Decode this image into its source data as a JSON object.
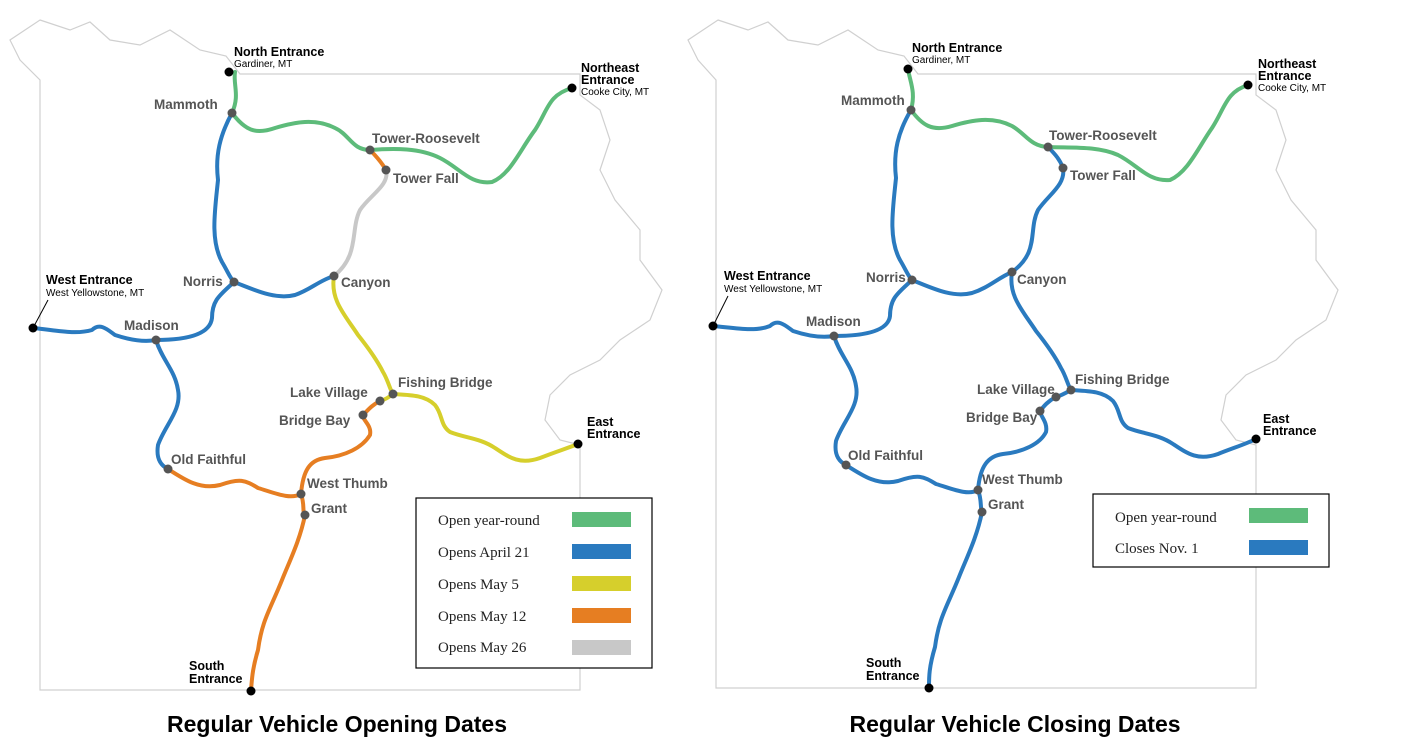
{
  "colors": {
    "open_year_round": "#5dbb7a",
    "blue": "#2a7abf",
    "yellow": "#d6cf2c",
    "orange": "#e67e22",
    "gray": "#c8c8c8",
    "junction": "#555555",
    "entrance_dot": "#000000"
  },
  "maps": [
    {
      "title": "Regular Vehicle Opening Dates",
      "legend": [
        {
          "label": "Open year-round",
          "color": "#5dbb7a"
        },
        {
          "label": "Opens April 21",
          "color": "#2a7abf"
        },
        {
          "label": "Opens May 5",
          "color": "#d6cf2c"
        },
        {
          "label": "Opens May 12",
          "color": "#e67e22"
        },
        {
          "label": "Opens May 26",
          "color": "#c8c8c8"
        }
      ]
    },
    {
      "title": "Regular Vehicle Closing Dates",
      "legend": [
        {
          "label": "Open year-round",
          "color": "#5dbb7a"
        },
        {
          "label": "Closes Nov. 1",
          "color": "#2a7abf"
        }
      ]
    }
  ],
  "places": {
    "north_entrance": "North Entrance",
    "north_entrance_sub": "Gardiner, MT",
    "northeast_entrance_1": "Northeast",
    "northeast_entrance_2": "Entrance",
    "northeast_entrance_sub": "Cooke City, MT",
    "west_entrance": "West Entrance",
    "west_entrance_sub": "West Yellowstone, MT",
    "east_entrance_1": "East",
    "east_entrance_2": "Entrance",
    "south_entrance_1": "South",
    "south_entrance_2": "Entrance",
    "mammoth": "Mammoth",
    "tower_roosevelt": "Tower-Roosevelt",
    "tower_fall": "Tower Fall",
    "norris": "Norris",
    "canyon": "Canyon",
    "madison": "Madison",
    "fishing_bridge": "Fishing Bridge",
    "lake_village": "Lake Village",
    "bridge_bay": "Bridge Bay",
    "old_faithful": "Old Faithful",
    "west_thumb": "West Thumb",
    "grant": "Grant"
  }
}
